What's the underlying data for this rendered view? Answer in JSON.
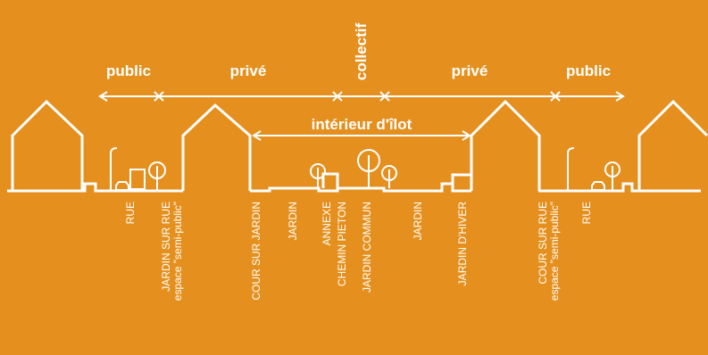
{
  "zones": {
    "public_left": "public",
    "prive_left": "privé",
    "collectif": "collectif",
    "prive_right": "privé",
    "public_right": "public",
    "interieur": "intérieur d'îlot"
  },
  "labels": [
    {
      "id": "rue-left",
      "lines": [
        "RUE"
      ]
    },
    {
      "id": "jardin-sur-rue",
      "lines": [
        "JARDIN SUR RUE",
        "espace \"semi-public\""
      ]
    },
    {
      "id": "cour-sur-jardin",
      "lines": [
        "COUR SUR JARDIN"
      ]
    },
    {
      "id": "jardin-1",
      "lines": [
        "JARDIN"
      ]
    },
    {
      "id": "annexe",
      "lines": [
        "ANNEXE"
      ]
    },
    {
      "id": "chemin-pieton",
      "lines": [
        "CHEMIN PIETON"
      ]
    },
    {
      "id": "jardin-commun",
      "lines": [
        "JARDIN COMMUN"
      ]
    },
    {
      "id": "jardin-2",
      "lines": [
        "JARDIN"
      ]
    },
    {
      "id": "jardin-d-hiver",
      "lines": [
        "JARDIN D'HIVER"
      ]
    },
    {
      "id": "cour-sur-rue",
      "lines": [
        "COUR SUR RUE",
        "espace \"semi-public\""
      ]
    },
    {
      "id": "rue-right",
      "lines": [
        "RUE"
      ]
    }
  ],
  "colors": {
    "background": "#E5901E",
    "ink": "#FFFFFF"
  }
}
